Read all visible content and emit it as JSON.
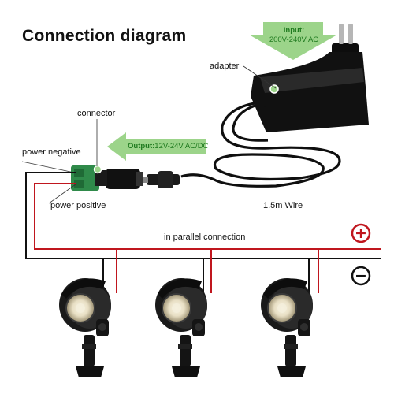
{
  "title": "Connection  diagram",
  "input": {
    "heading": "Input:",
    "value": "200V-240V AC"
  },
  "output": {
    "heading": "Output:",
    "value": "12V-24V AC/DC"
  },
  "labels": {
    "adapter": "adapter",
    "connector": "connector",
    "power_negative": "power negative",
    "power_positive": "power positive",
    "wire": "1.5m Wire",
    "parallel": "in parallel connection"
  },
  "signs": {
    "positive": "+",
    "negative": "−"
  },
  "colors": {
    "arrow_green": "#9cd48a",
    "text_green": "#1f7a1f",
    "wire_red": "#c0161e",
    "wire_black": "#111111",
    "sign_red": "#c0161e"
  },
  "icons": [
    "power-adapter-icon",
    "connector-icon",
    "spotlight-icon"
  ]
}
